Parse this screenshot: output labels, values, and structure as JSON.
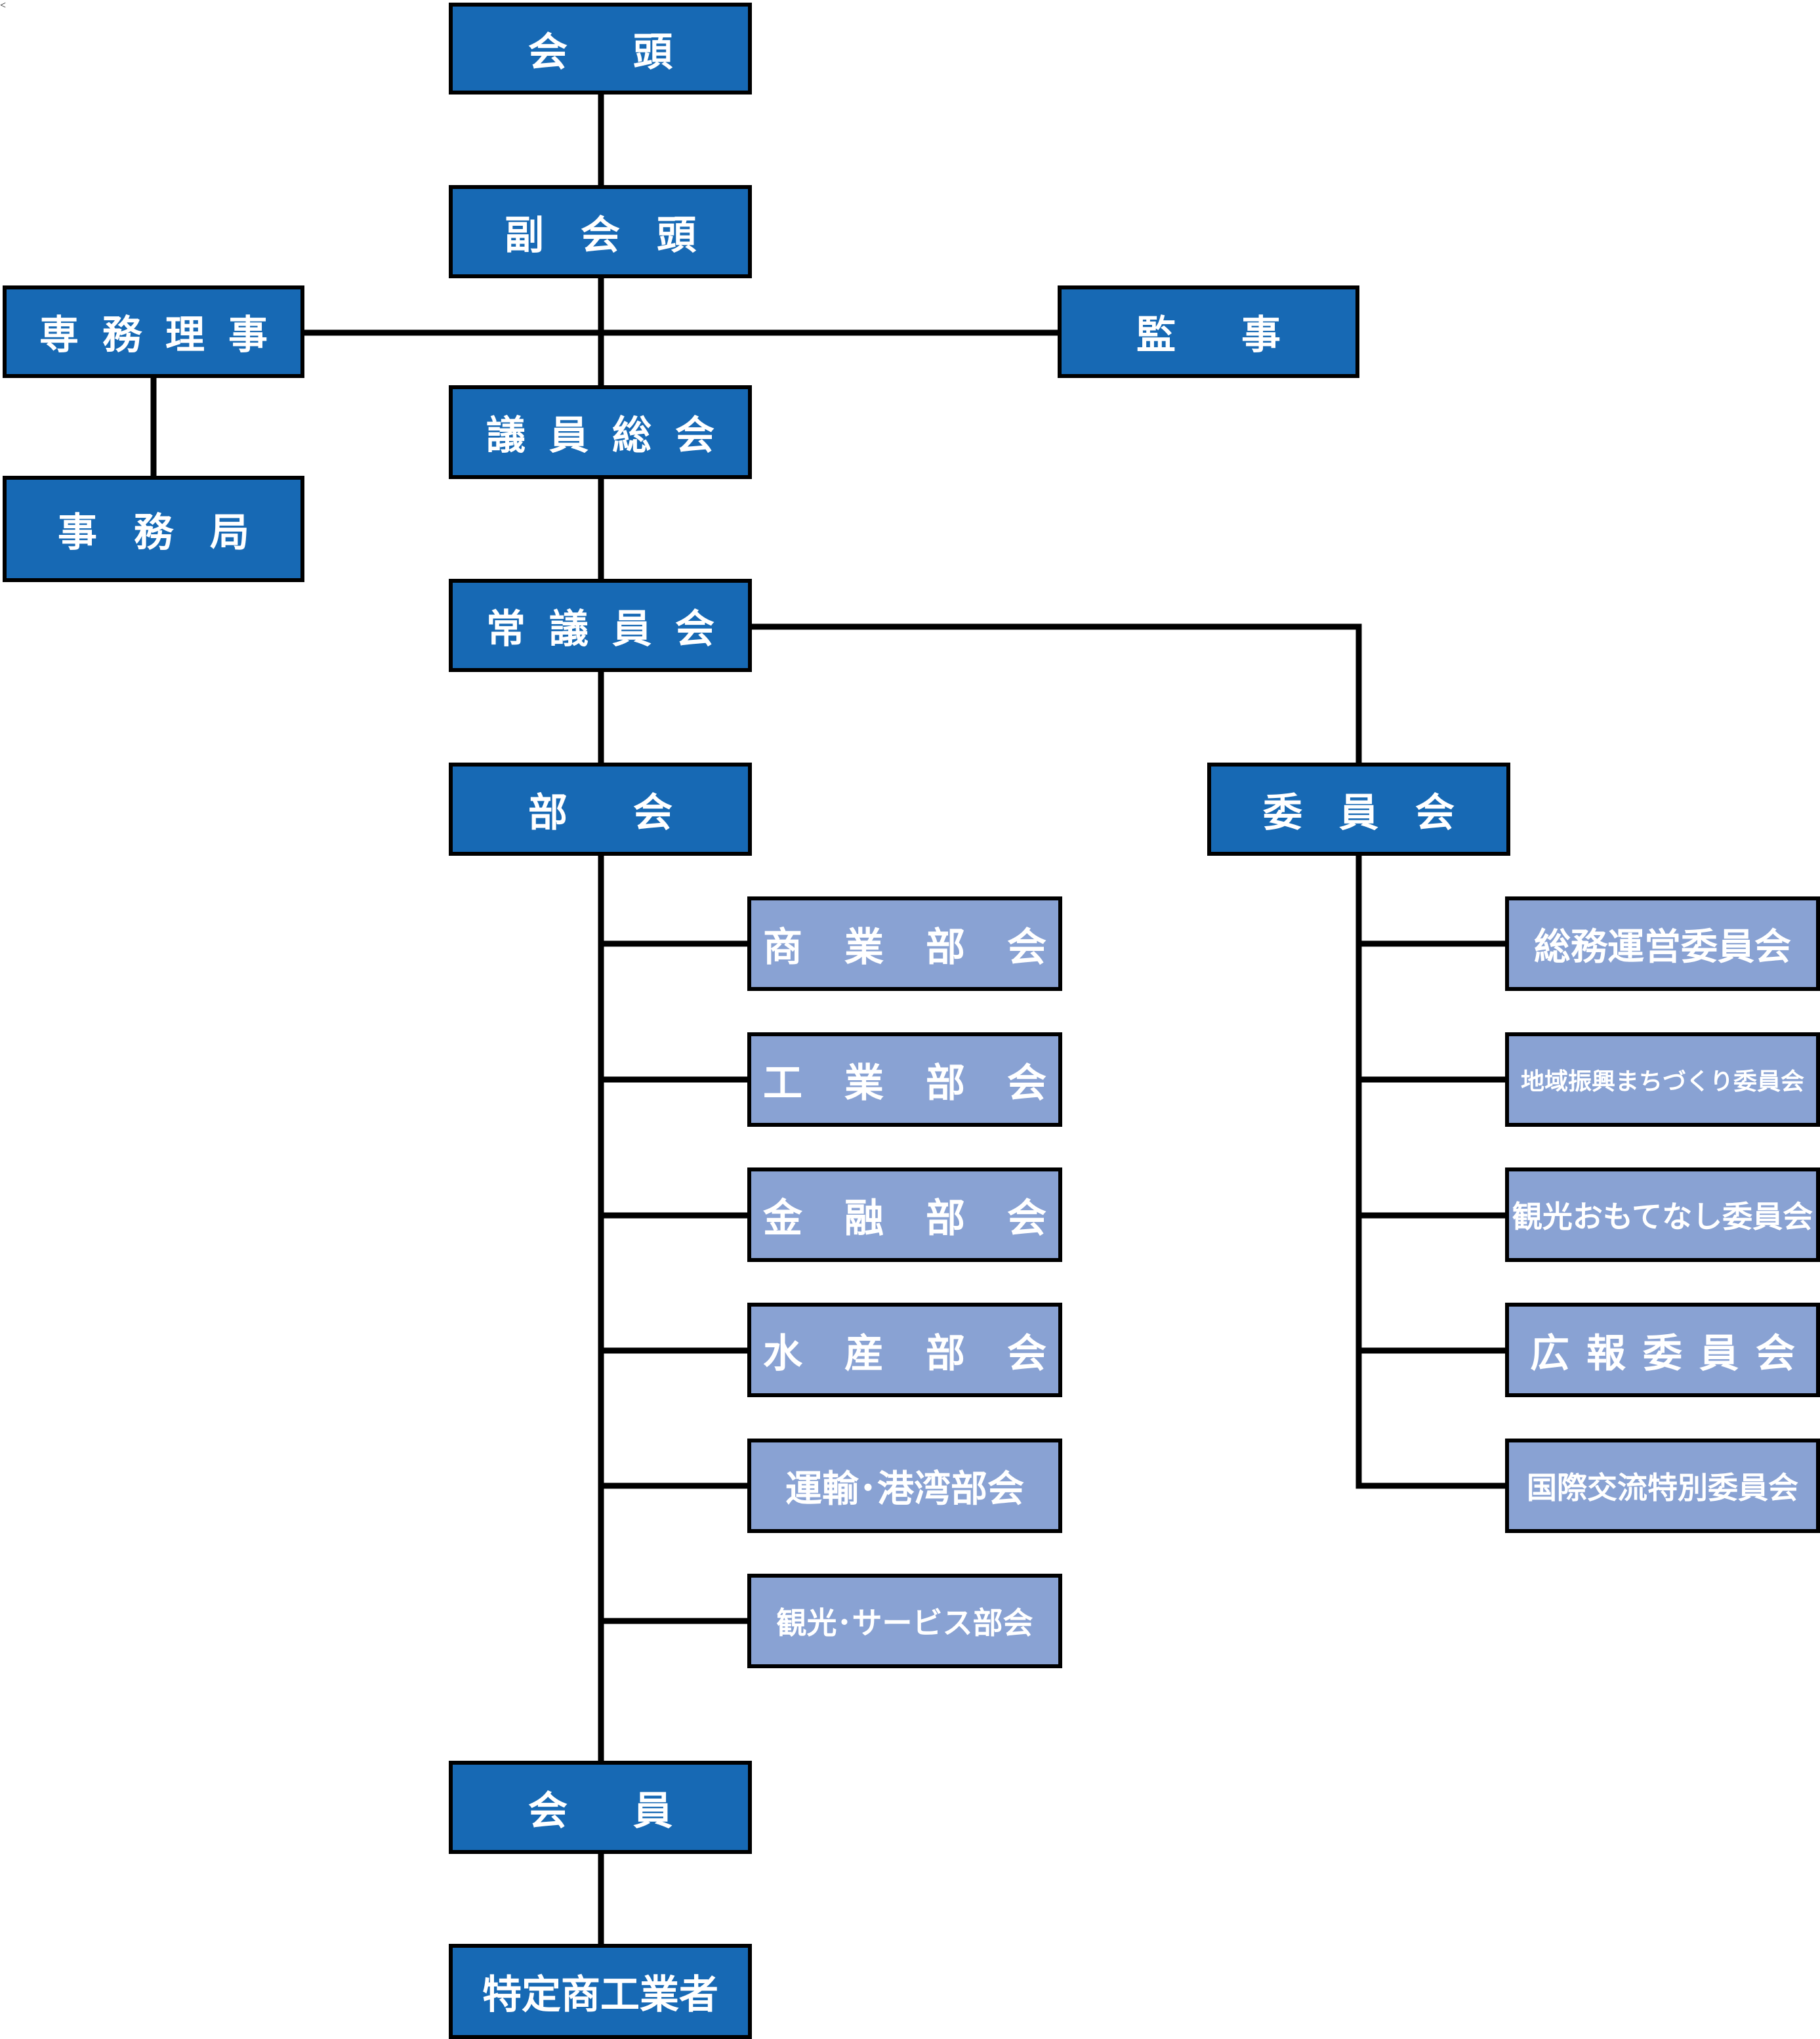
{
  "colors": {
    "primary_box": "#1769b4",
    "secondary_box": "#89a2d3",
    "line": "#000000",
    "text": "#ffffff"
  },
  "nodes": {
    "kaito": "会頭",
    "fuku_kaito": "副会頭",
    "senmu_riji": "専務理事",
    "kanji": "監事",
    "jimukyoku": "事務局",
    "giin_sokai": "議員総会",
    "jogiinkai": "常議員会",
    "bukai": "部会",
    "iinkai": "委員会",
    "kaiin": "会員",
    "tokutei": "特定商工業者"
  },
  "bukai_list": [
    "商業部会",
    "工業部会",
    "金融部会",
    "水産部会",
    "運輸･港湾部会",
    "観光･サービス部会"
  ],
  "iinkai_list": [
    "総務運営委員会",
    "地域振興まちづくり委員会",
    "観光おもてなし委員会",
    "広報委員会",
    "国際交流特別委員会"
  ]
}
